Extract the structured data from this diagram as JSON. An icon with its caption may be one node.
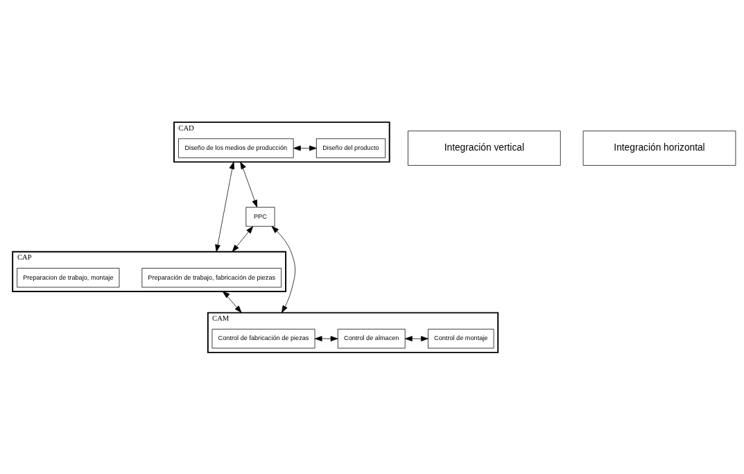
{
  "diagram": {
    "nodes": [
      {
        "text": [
          "CAD"
        ]
      },
      {
        "text": [
          "Diseño de los medios de producción"
        ],
        "in": 0
      },
      {
        "text": [
          "Diseño del producto"
        ],
        "in": 0
      },
      {
        "text": [
          "PPC"
        ]
      },
      {
        "text": [
          "CAP"
        ]
      },
      {
        "text": [
          "Preparación de trabajo, fabricación de piezas"
        ],
        "in": 4
      },
      {
        "text": [
          "Preparacion de trabajo, montaje"
        ],
        "in": 4
      },
      {
        "text": [
          "CAM"
        ]
      },
      {
        "text": [
          "Control de fabricación de piezas"
        ],
        "in": 7
      },
      {
        "text": [
          "Control de almacen"
        ],
        "in": 7
      },
      {
        "text": [
          "Control de montaje"
        ],
        "in": 7
      },
      {
        "text": [
          "Integración vertical"
        ]
      },
      {
        "text": [
          "Integración horizontal"
        ]
      }
    ],
    "edges": [
      {
        "from": 1,
        "to": 2,
        "arrow": "both"
      },
      {
        "from": 0,
        "to": 3,
        "arrow": "both"
      },
      {
        "from": 0,
        "to": 4,
        "arrow": "both"
      },
      {
        "from": 3,
        "to": 4,
        "arrow": "both"
      },
      {
        "from": 3,
        "to": 7,
        "arrow": "both"
      },
      {
        "from": 4,
        "to": 7,
        "arrow": "both"
      },
      {
        "from": 8,
        "to": 9,
        "arrow": "both"
      },
      {
        "from": 9,
        "to": 10,
        "arrow": "both"
      }
    ]
  }
}
